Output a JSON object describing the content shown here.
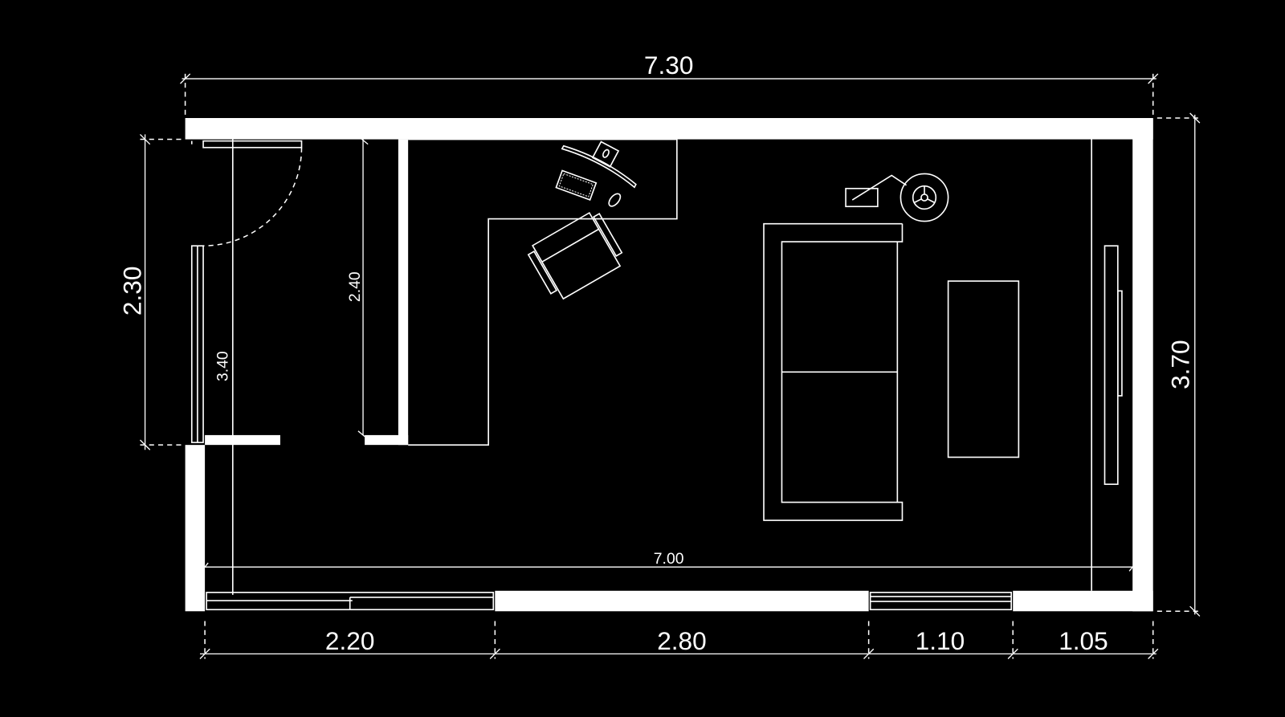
{
  "plan": {
    "background": "#000000",
    "line_color": "#ffffff",
    "units": "m",
    "dimensions": {
      "overall_width": "7.30",
      "overall_depth": "3.70",
      "entry_wall": "2.30",
      "closet_depth": "3.40",
      "partition_length": "2.40",
      "interior_width": "7.00",
      "bottom_segments": [
        "2.20",
        "2.80",
        "1.10",
        "1.05"
      ]
    },
    "furniture": [
      "desk",
      "office-chair",
      "computer-monitor",
      "keyboard",
      "mouse",
      "sofa",
      "coffee-table",
      "floor-lamp",
      "side-table",
      "tv-unit",
      "wardrobe"
    ]
  }
}
